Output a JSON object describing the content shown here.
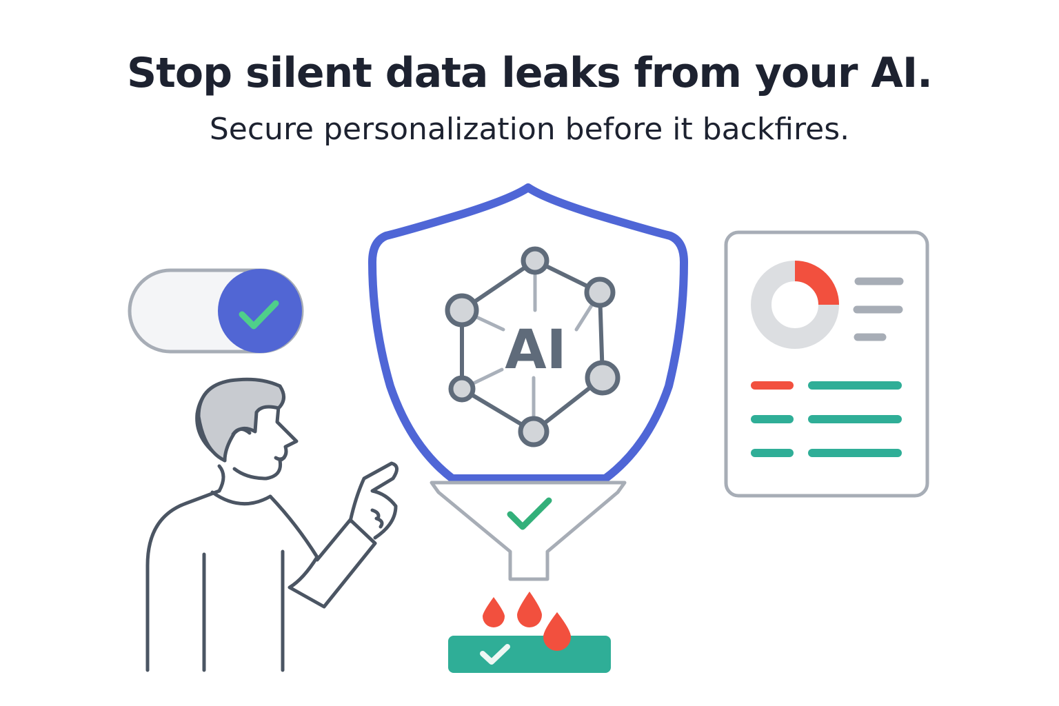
{
  "header": {
    "title": "Stop silent data leaks from your AI.",
    "subtitle": "Secure personalization before it backfires."
  },
  "illustration": {
    "shield_label": "AI",
    "toggle": {
      "state": "on",
      "icon": "check-icon"
    },
    "person": {
      "gesture": "pointing"
    },
    "funnel": {
      "icon": "check-icon"
    },
    "output_tray": {
      "icon": "check-icon"
    },
    "leak_drops": 3,
    "report_card": {
      "donut_fraction": 0.25
    }
  },
  "colors": {
    "shield_blue": "#4f66d6",
    "toggle_knob": "#5166d4",
    "check_green": "#3cb77d",
    "teal": "#2fae97",
    "alert_red": "#f2503e",
    "outline_gray": "#5b6574",
    "light_gray": "#c5c9cf"
  }
}
